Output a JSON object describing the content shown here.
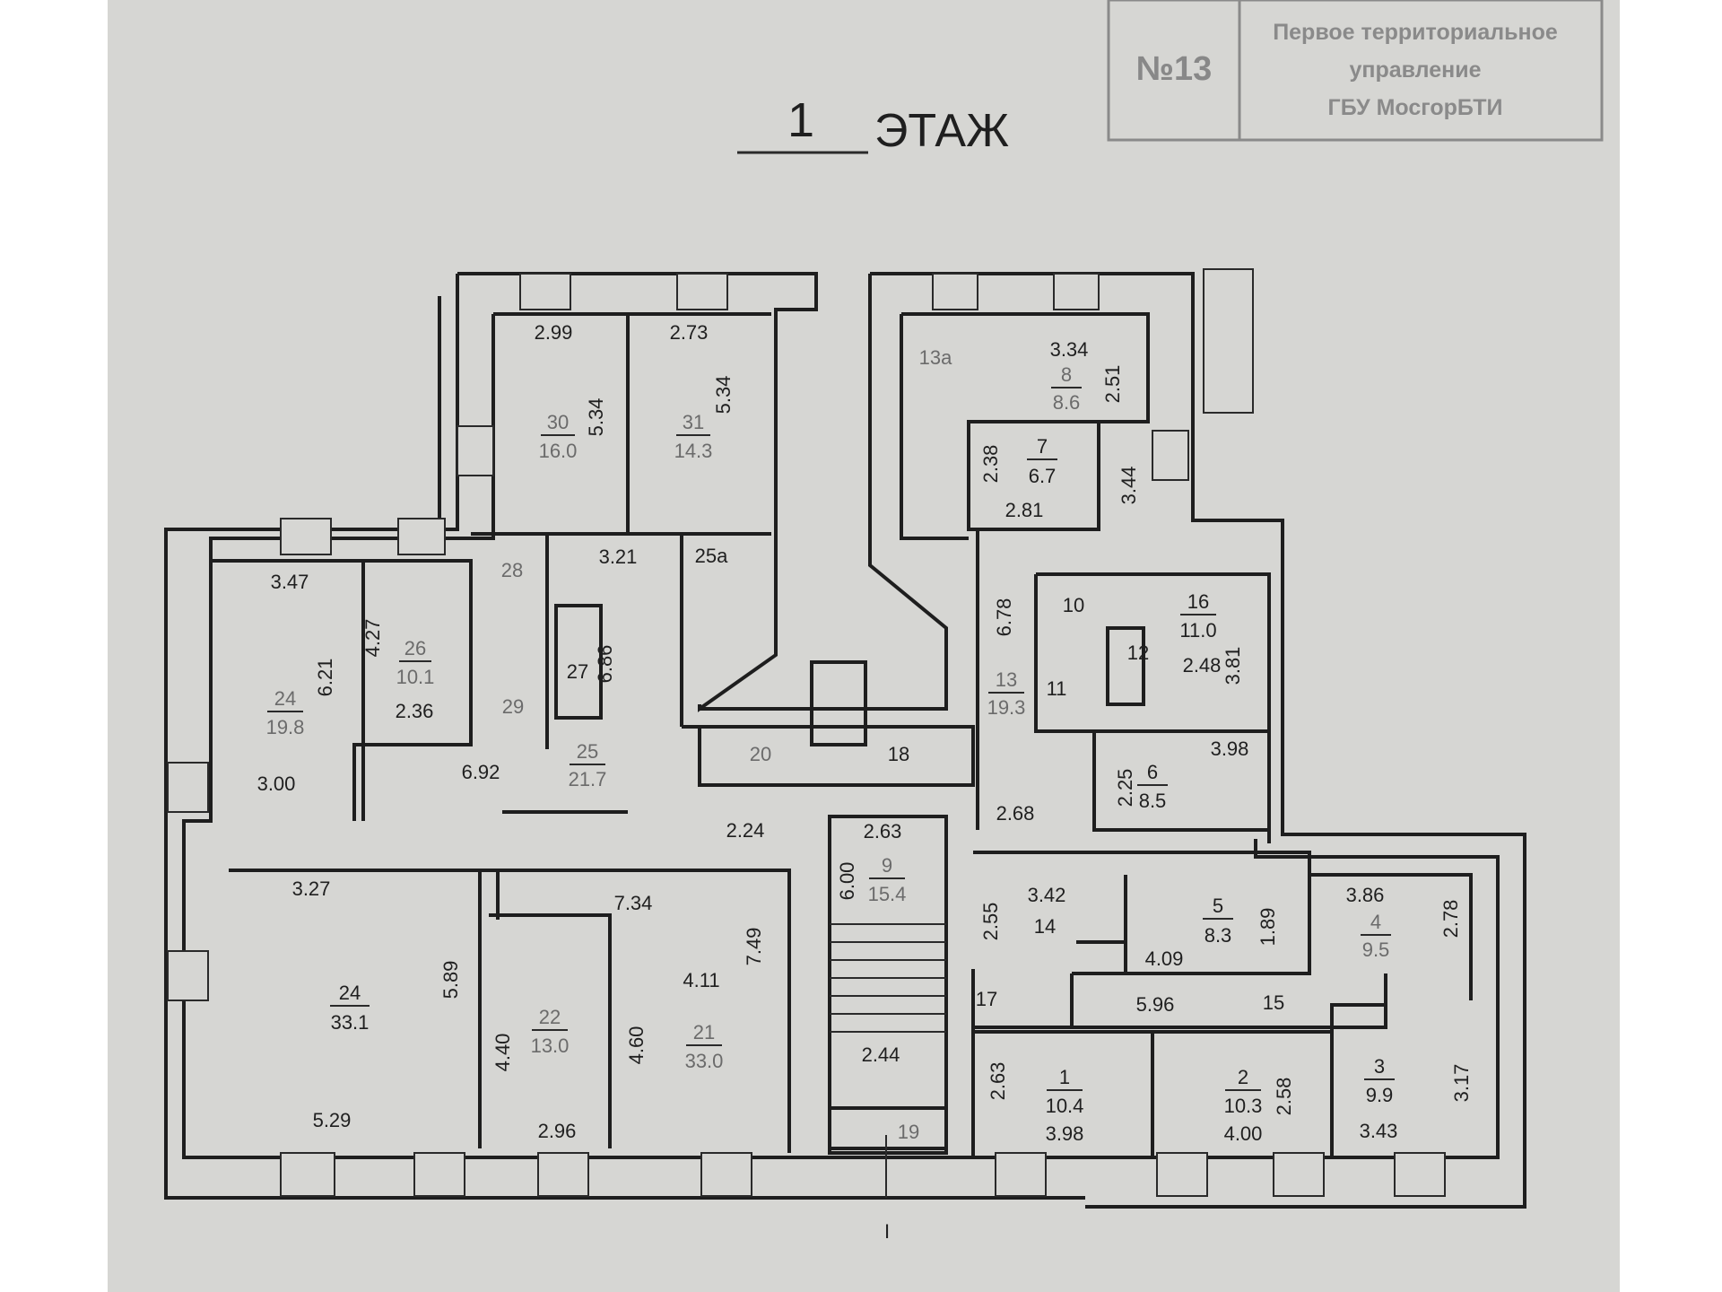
{
  "title": {
    "floor_number": "1",
    "floor_word": "ЭТАЖ"
  },
  "stamp": {
    "number": "№13",
    "lines": [
      "Первое территориальное",
      "управление",
      "ГБУ МосгорБТИ"
    ]
  },
  "rooms": [
    {
      "id": "30",
      "num": "30",
      "area": "16.0"
    },
    {
      "id": "31",
      "num": "31",
      "area": "14.3"
    },
    {
      "id": "13a",
      "num": "13а"
    },
    {
      "id": "8",
      "num": "8",
      "area": "8.6"
    },
    {
      "id": "7",
      "num": "7",
      "area": "6.7"
    },
    {
      "id": "28",
      "num": "28"
    },
    {
      "id": "25a",
      "num": "25а"
    },
    {
      "id": "26",
      "num": "26",
      "area": "10.1"
    },
    {
      "id": "27",
      "num": "27"
    },
    {
      "id": "29",
      "num": "29"
    },
    {
      "id": "24a",
      "num": "24",
      "area": "19.8"
    },
    {
      "id": "25",
      "num": "25",
      "area": "21.7"
    },
    {
      "id": "20",
      "num": "20"
    },
    {
      "id": "18",
      "num": "18"
    },
    {
      "id": "10",
      "num": "10"
    },
    {
      "id": "16",
      "num": "16",
      "area": "11.0"
    },
    {
      "id": "12",
      "num": "12"
    },
    {
      "id": "11",
      "num": "11"
    },
    {
      "id": "13",
      "num": "13",
      "area": "19.3"
    },
    {
      "id": "6",
      "num": "6",
      "area": "8.5"
    },
    {
      "id": "9",
      "num": "9",
      "area": "15.4"
    },
    {
      "id": "14",
      "num": "14"
    },
    {
      "id": "5",
      "num": "5",
      "area": "8.3"
    },
    {
      "id": "4",
      "num": "4",
      "area": "9.5"
    },
    {
      "id": "17",
      "num": "17"
    },
    {
      "id": "15",
      "num": "15"
    },
    {
      "id": "24b",
      "num": "24",
      "area": "33.1"
    },
    {
      "id": "22",
      "num": "22",
      "area": "13.0"
    },
    {
      "id": "21",
      "num": "21",
      "area": "33.0"
    },
    {
      "id": "1",
      "num": "1",
      "area": "10.4"
    },
    {
      "id": "2",
      "num": "2",
      "area": "10.3"
    },
    {
      "id": "3",
      "num": "3",
      "area": "9.9"
    },
    {
      "id": "19",
      "num": "19"
    }
  ],
  "dimensions": [
    "2.99",
    "5.34",
    "2.73",
    "5.34",
    "3.34",
    "2.51",
    "2.38",
    "2.81",
    "3.44",
    "3.21",
    "3.47",
    "4.27",
    "6.21",
    "2.36",
    "6.86",
    "3.00",
    "6.92",
    "6.78",
    "2.48",
    "3.81",
    "3.98",
    "2.25",
    "2.68",
    "2.24",
    "2.63",
    "6.00",
    "3.27",
    "7.34",
    "3.42",
    "2.55",
    "1.89",
    "4.09",
    "3.86",
    "2.78",
    "5.89",
    "7.49",
    "4.11",
    "5.96",
    "4.40",
    "4.60",
    "2.44",
    "2.63",
    "2.58",
    "3.17",
    "5.29",
    "2.96",
    "3.98",
    "4.00",
    "3.43"
  ],
  "section_mark": "I"
}
